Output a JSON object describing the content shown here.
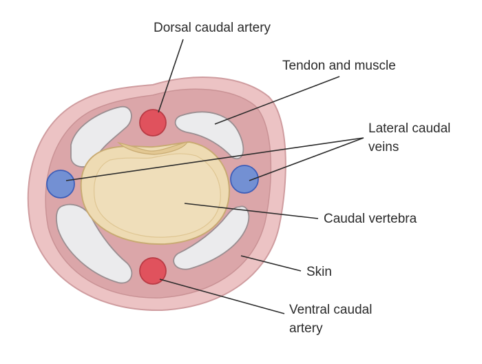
{
  "labels": {
    "dorsal_artery": "Dorsal caudal artery",
    "tendon_muscle": "Tendon and muscle",
    "lateral_veins_line1": "Lateral caudal",
    "lateral_veins_line2": "veins",
    "vertebra": "Caudal vertebra",
    "skin": "Skin",
    "ventral_artery_line1": "Ventral caudal",
    "ventral_artery_line2": "artery"
  },
  "colors": {
    "skin_outer": "#ecc3c4",
    "skin_inner": "#d9a3a6",
    "tissue": "#dba6a9",
    "tendon": "#ebebed",
    "vertebra": "#eedbb3",
    "vertebra_edge": "#c8aa72",
    "artery": "#e0525d",
    "vein": "#7390d3"
  }
}
